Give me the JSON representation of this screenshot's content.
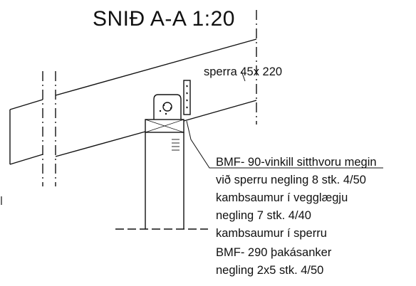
{
  "title": "SNIÐ A-A 1:20",
  "rafter_label": "sperra  45x 220",
  "annotations": [
    "BMF- 90-vinkill sitthvoru megin",
    "við sperru negling 8 stk. 4/50",
    "kambsaumur í vegglægju",
    "negling 7 stk. 4/40",
    "kambsaumur í sperru",
    "BMF- 290 þakásanker",
    "negling 2x5 stk. 4/50"
  ],
  "colors": {
    "ink": "#111111",
    "background": "#ffffff"
  }
}
